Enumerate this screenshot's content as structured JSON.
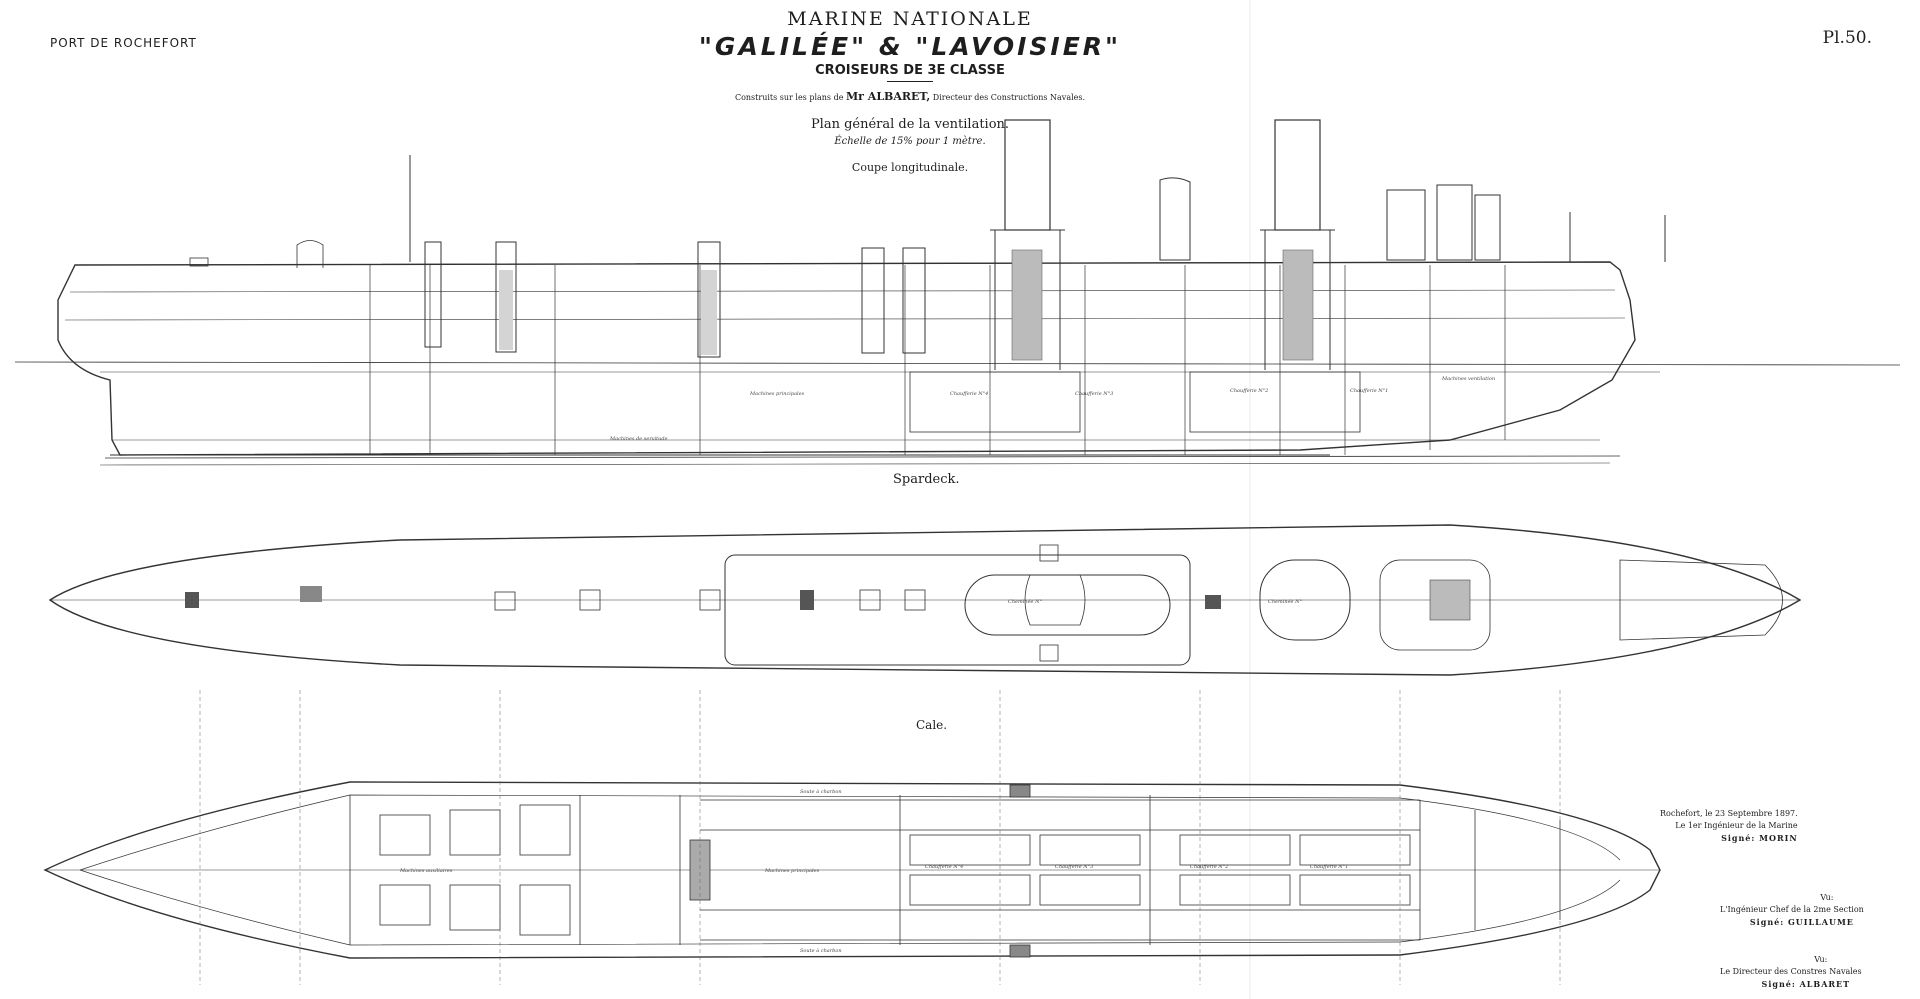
{
  "header": {
    "port": "PORT DE ROCHEFORT",
    "plate": "Pl.50.",
    "line1": "MARINE NATIONALE",
    "line2": "\"GALILÉE\" & \"LAVOISIER\"",
    "line3": "CROISEURS DE 3E CLASSE",
    "line4_prefix": "Construits sur les plans de",
    "line4_name": "Mr ALBARET,",
    "line4_suffix": "Directeur des Constructions Navales.",
    "line5": "Plan général de la ventilation.",
    "line6": "Échelle de 15% pour 1 mètre.",
    "line7": "Coupe longitudinale."
  },
  "sections": {
    "spardeck": "Spardeck.",
    "cale": "Cale."
  },
  "signatures": {
    "sig1_line1": "Rochefort, le 23 Septembre 1897.",
    "sig1_line2": "Le 1er Ingénieur de la Marine",
    "sig1_line3": "Signé: MORIN",
    "sig2_line1": "Vu:",
    "sig2_line2": "L'Ingénieur Chef de la 2me Section",
    "sig2_line3": "Signé: GUILLAUME",
    "sig3_line1": "Vu:",
    "sig3_line2": "Le Directeur des Constres Navales",
    "sig3_line3": "Signé: ALBARET"
  },
  "compartments": {
    "profile": [
      "Machines principales",
      "Machines de servitude",
      "Chaufferie N°4",
      "Chaufferie N°3",
      "Chaufferie N°2",
      "Chaufferie N°1",
      "Machines ventilation"
    ],
    "deck": [
      "Cheminée N°",
      "Cheminée N°"
    ],
    "hold": [
      "Machines principales",
      "Chaufferie N°4",
      "Chaufferie N°3",
      "Chaufferie N°2",
      "Chaufferie N°1",
      "Machines auxiliaires",
      "Soute à charbon",
      "Soute à charbon"
    ]
  }
}
